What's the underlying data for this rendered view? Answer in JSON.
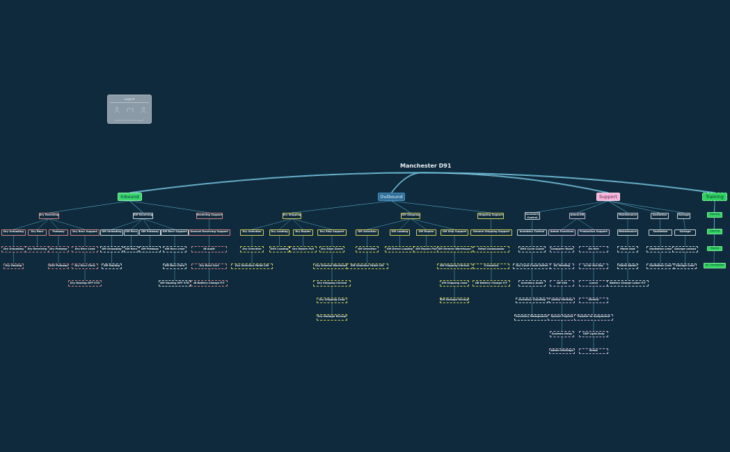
{
  "title": "Manchester D91",
  "legend": {
    "title": "Legend",
    "note": "Right-click to edit the Legend"
  },
  "colors": {
    "background": "#0e2a3c",
    "inbound": "#3ad66e",
    "outbound": "#2f6e99",
    "support": "#f5b3d9",
    "training": "#2fd15f",
    "edge": "#5fb0cf"
  },
  "branches": [
    {
      "key": "inbound",
      "label": "Inbound",
      "style": "green-fill",
      "groups": [
        {
          "label": "Dry Receiving",
          "color": "red",
          "columns": [
            [
              "Dry Unloading",
              "Dry Unloading",
              "Dry Hauling"
            ],
            [
              "Dry Recv",
              "Dry Receiving"
            ],
            [
              "Putaway",
              "Dry Putaway",
              "DHV Putaway"
            ],
            [
              "Dry Recv Support",
              "Dry Recv Lead",
              "Dry Recv Clerk",
              "Dry Hauling OFF STD"
            ]
          ]
        },
        {
          "label": "GM Receiving",
          "color": "white",
          "columns": [
            [
              "GM Unloading",
              "GM Unloading",
              "GM Hauling"
            ],
            [
              "GM Recv",
              "GM Recv"
            ],
            [
              "GM Putaway",
              "GM Putaway"
            ],
            [
              "GM Recv Support",
              "GM Recv Lead",
              "GM Recv Clerk",
              "GM Hauling OFF STD"
            ]
          ]
        },
        {
          "label": "Receiving Support",
          "color": "red",
          "columns": [
            [
              "General Receiving Support",
              "IB Audit",
              "Dry Bock Sort",
              "IB Battery Change P/T"
            ]
          ]
        }
      ]
    },
    {
      "key": "outbound",
      "label": "Outbound",
      "style": "blue-fill",
      "groups": [
        {
          "label": "Dry Shipping",
          "color": "yellow",
          "columns": [
            [
              "Dry Selection",
              "Dry Selection",
              "Dry Selection Pallet Lift"
            ],
            [
              "Dry Loading",
              "DHV Loading"
            ],
            [
              "Dry Replen",
              "Dry Replen Pull"
            ],
            [
              "Dry Ship Support",
              "Dry Edge Zones",
              "Dry General Warehouse",
              "Dry Shipping Clerical",
              "Dry Shipping Lead",
              "Dry Damage Recoup"
            ]
          ]
        },
        {
          "label": "GM Shipping",
          "color": "yellow",
          "columns": [
            [
              "GM Selection",
              "GM Selection",
              "GM Selection Pallet Lift"
            ],
            [
              "GM Loading",
              "GM Direct Loading"
            ],
            [
              "GM Replen",
              "GM Replen Pull"
            ],
            [
              "GM Ship Support",
              "GM General Warehouse",
              "GM Shipping Clerical",
              "GM Shipping Lead",
              "GM Damage Recoup"
            ]
          ]
        },
        {
          "label": "Shipping Support",
          "color": "yellow",
          "columns": [
            [
              "General Shipping Support",
              "Retail Ambassador",
              "Crossdock",
              "OB Battery Change P/T"
            ]
          ]
        }
      ]
    },
    {
      "key": "support",
      "label": "Support",
      "style": "pink-fill",
      "groups": [
        {
          "label": "Inventory Control",
          "color": "white",
          "columns": [
            [
              "Inventory Control",
              "DHV Cycle Count",
              "Dry Cycle Count Active",
              "Inventory Audit",
              "Inventory Counting",
              "Inventory Management"
            ]
          ]
        },
        {
          "label": "Admin/HR",
          "color": "pink",
          "columns": [
            [
              "Admin Functions",
              "Computer Room",
              "DC Meeting",
              "Off Site",
              "Safety Meeting",
              "Special Projects",
              "Systems Delay",
              "Admin Meetings"
            ],
            [
              "Production Support",
              "On Hire",
              "In for the Day",
              "Lunch",
              "Stretch",
              "Transfer to Assignment",
              "TWP Light Duty",
              "Break"
            ]
          ]
        },
        {
          "label": "Maintenance",
          "color": "white",
          "columns": [
            [
              "Maintenance",
              "Maint Asst",
              "Maint Admin",
              "Battery Change Labor P/T"
            ]
          ]
        },
        {
          "label": "Sanitation",
          "color": "white",
          "columns": [
            [
              "Sanitation",
              "Sanitation Lead",
              "Sanitation Lead"
            ]
          ]
        },
        {
          "label": "Salvage",
          "color": "white",
          "columns": [
            [
              "Salvage",
              "Salvage unload",
              "Salvage Lead"
            ]
          ]
        }
      ]
    },
    {
      "key": "training",
      "label": "Training",
      "style": "green-fill-dash",
      "items": [
        "Training",
        "Training",
        "Trainer",
        "DC Orientation"
      ]
    }
  ]
}
